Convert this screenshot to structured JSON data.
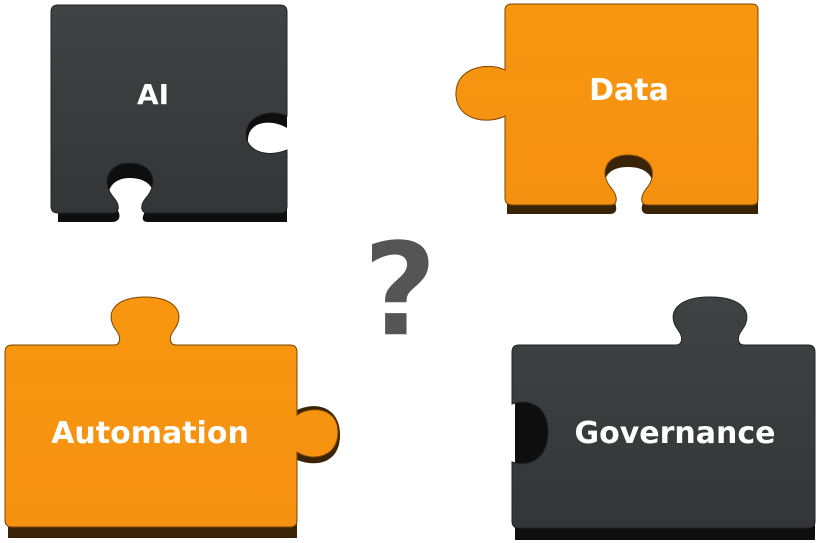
{
  "pieces": [
    {
      "id": "ai",
      "label": "AI",
      "color": "#38393b",
      "position": "top-left"
    },
    {
      "id": "data",
      "label": "Data",
      "color": "#f7940e",
      "position": "top-right"
    },
    {
      "id": "automation",
      "label": "Automation",
      "color": "#f7940e",
      "position": "bottom-left"
    },
    {
      "id": "governance",
      "label": "Governance",
      "color": "#38393b",
      "position": "bottom-right"
    }
  ],
  "center": {
    "symbol": "?",
    "color": "#555555"
  },
  "colors": {
    "dark": "#38393b",
    "orange": "#f7940e",
    "shadow": "#1a1208",
    "background": "#ffffff"
  }
}
